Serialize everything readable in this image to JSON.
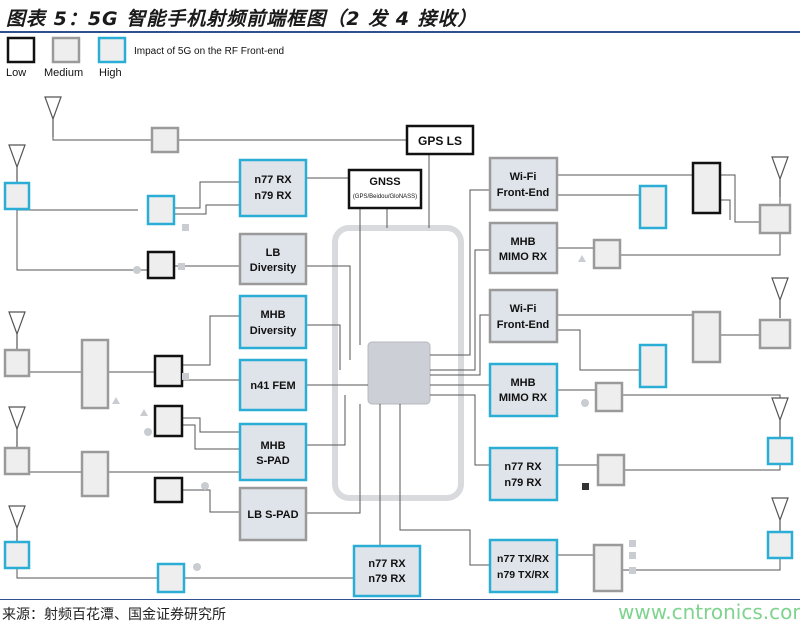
{
  "title": "图表 5：5G 智能手机射频前端框图（2 发 4 接收）",
  "legend": {
    "title": "Impact of 5G on the RF Front-end",
    "items": [
      {
        "label": "Low",
        "color": "#111111"
      },
      {
        "label": "Medium",
        "color": "#9a9a9a"
      },
      {
        "label": "High",
        "color": "#2aaed6"
      }
    ]
  },
  "blocks": {
    "gps_ls": "GPS LS",
    "gnss": "GNSS",
    "gnss_sub": "(GPS/Beidou/GloNASS)",
    "left_n77": [
      "n77 RX",
      "n79 RX"
    ],
    "lb_div": [
      "LB",
      "Diversity"
    ],
    "mhb_div": [
      "MHB",
      "Diversity"
    ],
    "n41": "n41 FEM",
    "mhb_spad": [
      "MHB",
      "S-PAD"
    ],
    "lb_spad": "LB S-PAD",
    "bottom_n77": [
      "n77 RX",
      "n79 RX"
    ],
    "wifi1": [
      "Wi-Fi",
      "Front-End"
    ],
    "mhb_mimo1": [
      "MHB",
      "MIMO RX"
    ],
    "wifi2": [
      "Wi-Fi",
      "Front-End"
    ],
    "mhb_mimo2": [
      "MHB",
      "MIMO RX"
    ],
    "right_n77": [
      "n77 RX",
      "n79 RX"
    ],
    "right_tx": [
      "n77 TX/RX",
      "n79 TX/RX"
    ]
  },
  "colors": {
    "high": "#2aaed6",
    "medium": "#9a9a9a",
    "low": "#111111",
    "fill": "#dfe3ea",
    "line": "#555555"
  },
  "footer": {
    "source": "来源：射频百花潭、国金证券研究所",
    "watermark": "www.cntronics.com"
  }
}
